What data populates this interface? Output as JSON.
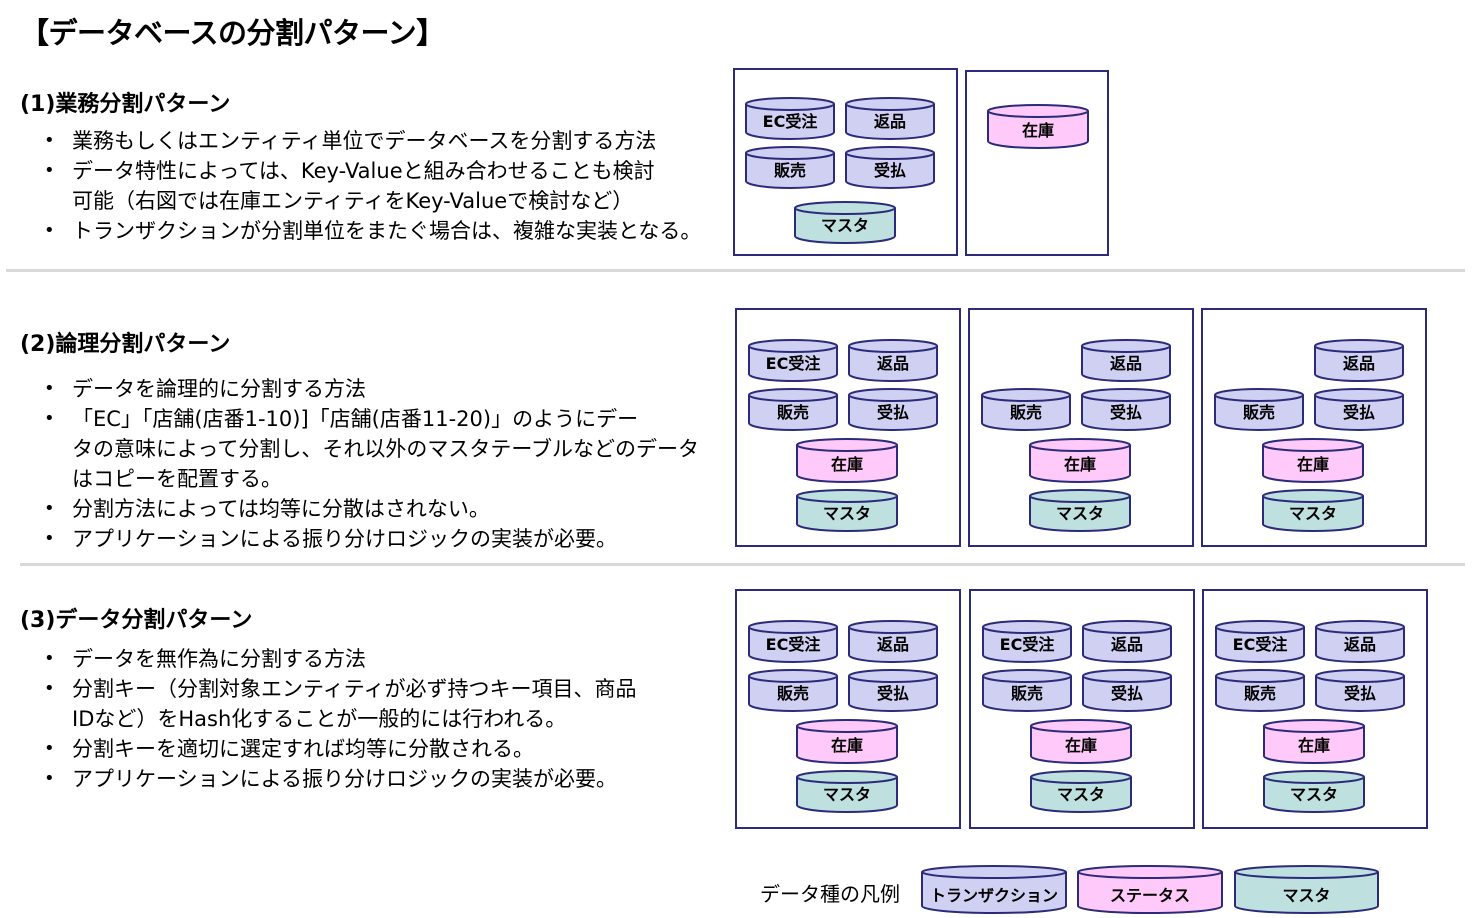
{
  "title": "【データベースの分割パターン】",
  "colors": {
    "transaction": "#d0d0f2",
    "status": "#ffcaf9",
    "master": "#bee0df",
    "stroke": "#2b2b7a",
    "box_border": "#2b2b7a",
    "separator": "#d9d9d9"
  },
  "sections": [
    {
      "title": "(1)業務分割パターン",
      "bullets": [
        [
          "業務もしくはエンティティ単位でデータベースを分割する方法"
        ],
        [
          "データ特性によっては、Key-Valueと組み合わせることも検討",
          "可能（右図では在庫エンティティをKey-Valueで検討など）"
        ],
        [
          "トランザクションが分割単位をまたぐ場合は、複雑な実装となる。"
        ]
      ]
    },
    {
      "title": "(2)論理分割パターン",
      "bullets": [
        [
          "データを論理的に分割する方法"
        ],
        [
          "「EC」「店舗(店番1-10)]「店舗(店番11-20)」のようにデー",
          "タの意味によって分割し、それ以外のマスタテーブルなどのデータ",
          "はコピーを配置する。"
        ],
        [
          "分割方法によっては均等に分散はされない。"
        ],
        [
          "アプリケーションによる振り分けロジックの実装が必要。"
        ]
      ]
    },
    {
      "title": "(3)データ分割パターン",
      "bullets": [
        [
          "データを無作為に分割する方法"
        ],
        [
          "分割キー（分割対象エンティティが必ず持つキー項目、商品",
          "IDなど）をHash化することが一般的には行われる。"
        ],
        [
          "分割キーを適切に選定すれば均等に分散される。"
        ],
        [
          "アプリケーションによる振り分けロジックの実装が必要。"
        ]
      ]
    }
  ],
  "diagrams": [
    {
      "section": 1,
      "boxes": [
        {
          "cylinders": [
            {
              "label": "EC受注",
              "kind": "transaction"
            },
            {
              "label": "返品",
              "kind": "transaction"
            },
            {
              "label": "販売",
              "kind": "transaction"
            },
            {
              "label": "受払",
              "kind": "transaction"
            },
            {
              "label": "マスタ",
              "kind": "master"
            }
          ]
        },
        {
          "cylinders": [
            {
              "label": "在庫",
              "kind": "status"
            }
          ]
        }
      ]
    },
    {
      "section": 2,
      "boxes": [
        {
          "cylinders": [
            {
              "label": "EC受注",
              "kind": "transaction"
            },
            {
              "label": "返品",
              "kind": "transaction"
            },
            {
              "label": "販売",
              "kind": "transaction"
            },
            {
              "label": "受払",
              "kind": "transaction"
            },
            {
              "label": "在庫",
              "kind": "status"
            },
            {
              "label": "マスタ",
              "kind": "master"
            }
          ]
        },
        {
          "cylinders": [
            {
              "label": "返品",
              "kind": "transaction"
            },
            {
              "label": "販売",
              "kind": "transaction"
            },
            {
              "label": "受払",
              "kind": "transaction"
            },
            {
              "label": "在庫",
              "kind": "status"
            },
            {
              "label": "マスタ",
              "kind": "master"
            }
          ]
        },
        {
          "cylinders": [
            {
              "label": "返品",
              "kind": "transaction"
            },
            {
              "label": "販売",
              "kind": "transaction"
            },
            {
              "label": "受払",
              "kind": "transaction"
            },
            {
              "label": "在庫",
              "kind": "status"
            },
            {
              "label": "マスタ",
              "kind": "master"
            }
          ]
        }
      ]
    },
    {
      "section": 3,
      "boxes": [
        {
          "cylinders": [
            {
              "label": "EC受注",
              "kind": "transaction"
            },
            {
              "label": "返品",
              "kind": "transaction"
            },
            {
              "label": "販売",
              "kind": "transaction"
            },
            {
              "label": "受払",
              "kind": "transaction"
            },
            {
              "label": "在庫",
              "kind": "status"
            },
            {
              "label": "マスタ",
              "kind": "master"
            }
          ]
        },
        {
          "cylinders": [
            {
              "label": "EC受注",
              "kind": "transaction"
            },
            {
              "label": "返品",
              "kind": "transaction"
            },
            {
              "label": "販売",
              "kind": "transaction"
            },
            {
              "label": "受払",
              "kind": "transaction"
            },
            {
              "label": "在庫",
              "kind": "status"
            },
            {
              "label": "マスタ",
              "kind": "master"
            }
          ]
        },
        {
          "cylinders": [
            {
              "label": "EC受注",
              "kind": "transaction"
            },
            {
              "label": "返品",
              "kind": "transaction"
            },
            {
              "label": "販売",
              "kind": "transaction"
            },
            {
              "label": "受払",
              "kind": "transaction"
            },
            {
              "label": "在庫",
              "kind": "status"
            },
            {
              "label": "マスタ",
              "kind": "master"
            }
          ]
        }
      ]
    }
  ],
  "legend": {
    "label": "データ種の凡例",
    "items": [
      {
        "label": "トランザクション",
        "kind": "transaction"
      },
      {
        "label": "ステータス",
        "kind": "status"
      },
      {
        "label": "マスタ",
        "kind": "master"
      }
    ]
  }
}
